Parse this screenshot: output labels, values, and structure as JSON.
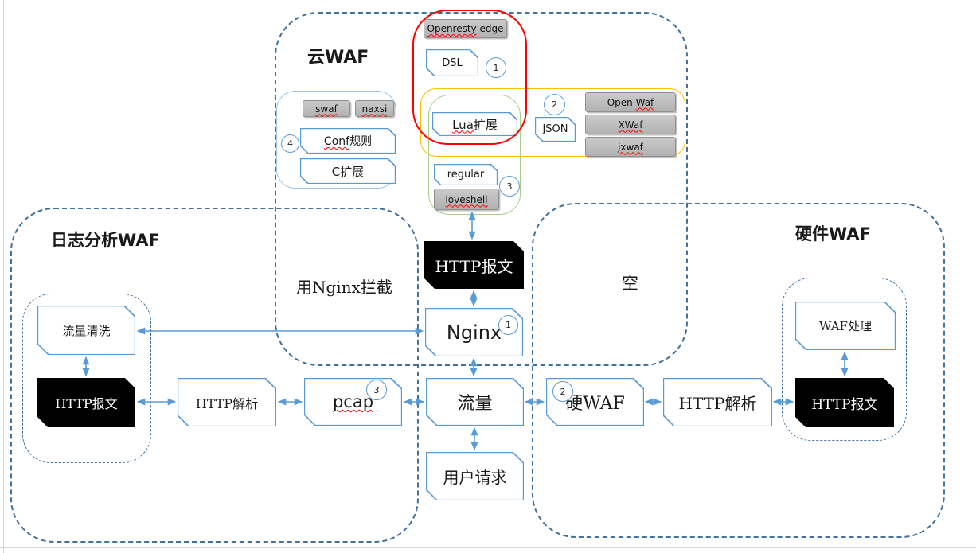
{
  "cloud_waf": {
    "title": "云WAF",
    "openresty_edge": {
      "sq": "Openresty",
      "post": " edge"
    },
    "dsl": "DSL",
    "badge_1": "1",
    "lua": {
      "sq": "Lua",
      "post": "扩展"
    },
    "json_box": "JSON",
    "badge_2": "2",
    "open_waf": {
      "pre": "Open ",
      "sq": "Waf"
    },
    "xwaf": {
      "sq": "XWaf"
    },
    "jxwaf": {
      "sq": "jxwaf"
    },
    "regular": "regular",
    "badge_3": "3",
    "loveshell": {
      "sq": "loveshell"
    },
    "badge_4": "4",
    "swaf": {
      "sq": "swaf"
    },
    "naxsi": {
      "sq": "naxsi"
    },
    "conf_rule": {
      "sq": "Conf",
      "post": "规则"
    },
    "c_ext": "C扩展",
    "http_msg": "HTTP报文",
    "nginx": "Nginx",
    "nginx_badge": "1",
    "note": "用Nginx拦截"
  },
  "log_waf": {
    "title": "日志分析WAF",
    "traffic_clean": "流量清洗",
    "http_msg": "HTTP报文",
    "http_parse": "HTTP解析",
    "pcap": {
      "sq": "pcap"
    },
    "pcap_badge": "3"
  },
  "hw_waf": {
    "title": "硬件WAF",
    "empty_note": "空",
    "hard_waf": "硬WAF",
    "hard_waf_badge": "2",
    "http_parse": "HTTP解析",
    "http_msg": "HTTP报文",
    "waf_process": "WAF处理"
  },
  "flow": {
    "traffic": "流量",
    "user_request": "用户请求"
  },
  "colors": {
    "container_border": "#41719c",
    "box_border": "#5b9bd5",
    "arrow": "#5b9bd5",
    "gray_fill": "#bfbfbf",
    "black_fill": "#000000",
    "red_outline": "#ff0000",
    "yellow_outline": "#ffc000",
    "green_outline": "#a8d08d",
    "light_blue_outline": "#9dc3e6"
  }
}
